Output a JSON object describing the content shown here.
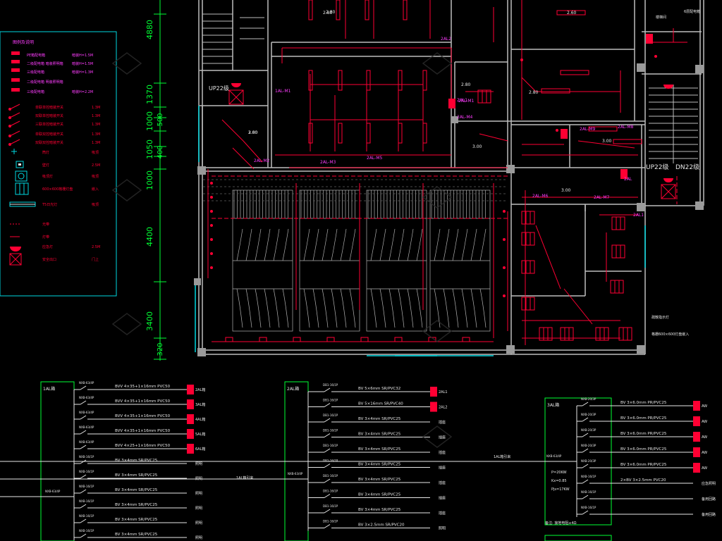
{
  "dimensions": [
    "4880",
    "1370",
    "500",
    "1000",
    "1050",
    "400",
    "1000",
    "4400",
    "3400",
    "320"
  ],
  "legend": {
    "title": "图例及说明",
    "items": [
      {
        "name": "PE箱配电箱",
        "spec": "暗装H=1.5M"
      },
      {
        "name": "二级配电箱 暗装照明箱",
        "spec": "暗装H=1.5M"
      },
      {
        "name": "三级配电箱",
        "spec": "暗装H=1.3M"
      },
      {
        "name": "二级配电箱 明装照明箱",
        "spec": ""
      },
      {
        "name": "三级配电箱",
        "spec": "暗装H=2.2M"
      },
      {
        "name": "单联单控暗装开关",
        "spec": "1.3M"
      },
      {
        "name": "双联单控暗装开关",
        "spec": "1.3M"
      },
      {
        "name": "三联单控暗装开关",
        "spec": "1.3M"
      },
      {
        "name": "单联双控暗装开关",
        "spec": "1.3M"
      },
      {
        "name": "双联双控暗装开关",
        "spec": "1.3M"
      },
      {
        "name": "筒灯",
        "spec": "吸顶"
      },
      {
        "name": "壁灯",
        "spec": "2.5M"
      },
      {
        "name": "吸顶灯",
        "spec": "吸顶"
      },
      {
        "name": "600×600格栅灯盘",
        "spec": "嵌入"
      },
      {
        "name": "T5日光灯",
        "spec": "吸顶"
      },
      {
        "name": "光带",
        "spec": ""
      },
      {
        "name": "灯带",
        "spec": ""
      },
      {
        "name": "应急灯",
        "spec": "2.5M"
      },
      {
        "name": "安全出口",
        "spec": "门上"
      }
    ]
  },
  "plan": {
    "dims": [
      "2.80",
      "2.80",
      "2.80",
      "2.80",
      "3.00",
      "3.00",
      "3.00",
      "2.60",
      "3.00",
      "2.80"
    ],
    "panel_tags": [
      "1AL-M1",
      "2AL-M1",
      "2AL-M4",
      "2AL-M2",
      "2AL-M3",
      "2AL-M5",
      "2AL-M6",
      "2AL-M7",
      "2AL-M8",
      "2AL-M9",
      "2AL1",
      "2AL2",
      "2AL",
      "2AL1"
    ],
    "stairs_up": "UP22级",
    "stairs_up2": "UP22级",
    "stairs_dn": "DN22级",
    "notes": [
      "楼梯间",
      "6层配电箱"
    ],
    "note_right": "格栅600×600灯盘嵌入",
    "note_right2": "疏散指示灯"
  },
  "schematics": [
    {
      "board": "1AL箱",
      "incoming": "NXB-63/4P",
      "breakers": [
        "NXB-63/4P",
        "NXB-63/4P",
        "NXB-63/4P",
        "NXB-63/4P",
        "NXB-63/4P",
        "NXB-16/1P",
        "NXB-16/1P",
        "NXB-16/1P",
        "NXB-16/1P",
        "NXB-16/1P",
        "NXB-16/1P"
      ],
      "cables": [
        "BVV 4×35+1×16mm PVC50",
        "BVV 4×35+1×16mm PVC50",
        "BVV 4×35+1×16mm PVC50",
        "BVV 4×35+1×16mm PVC50",
        "BVV 4×25+1×16mm PVC50",
        "BV 3×4mm SR/PVC25",
        "BV 3×4mm SR/PVC25",
        "BV 3×4mm SR/PVC25",
        "BV 3×4mm SR/PVC25",
        "BV 3×4mm SR/PVC25",
        "BV 3×4mm SR/PVC25"
      ],
      "loads": [
        "2AL箱",
        "3AL箱",
        "4AL箱",
        "5AL箱",
        "6AL箱",
        "照明",
        "照明",
        "照明",
        "照明",
        "照明",
        "照明"
      ]
    },
    {
      "board": "2AL箱",
      "incoming": "NXB-63/4P",
      "feeder": "1AL箱引来",
      "breakers": [
        "DB1-16/1P",
        "DB1-16/1P",
        "DB1-16/1P",
        "DB1-16/1P",
        "DB1-16/1P",
        "DB1-16/1P",
        "DB1-16/1P",
        "DB1-16/1P",
        "DB1-16/1P",
        "DB1-16/1P"
      ],
      "cables": [
        "BV 5×6mm SR/PVC32",
        "BV 5×16mm SR/PVC40",
        "BV 3×4mm SR/PVC25",
        "BV 3×4mm SR/PVC25",
        "BV 3×4mm SR/PVC25",
        "BV 3×4mm SR/PVC25",
        "BV 3×4mm SR/PVC25",
        "BV 3×4mm SR/PVC25",
        "BV 3×4mm SR/PVC25",
        "BV 3×2.5mm SR/PVC20"
      ],
      "loads": [
        "2AL1",
        "2AL2",
        "插座",
        "插座",
        "插座",
        "插座",
        "插座",
        "插座",
        "插座",
        "照明"
      ]
    },
    {
      "board": "3AL箱",
      "incoming": "NXB-63/4P",
      "feeder": "1AL箱引来",
      "side_labels": [
        "P=20KW",
        "Kx=0.85",
        "Pjs=17KW"
      ],
      "breakers": [
        "NXB-20/3P",
        "NXB-20/3P",
        "NXB-20/3P",
        "NXB-20/3P",
        "NXB-20/3P",
        "NXB-16/1P",
        "NXB-16/1P",
        "NXB-16/1P"
      ],
      "cables": [
        "BV 3×6.0mm PR/PVC25",
        "BV 3×6.0mm PR/PVC25",
        "BV 3×6.0mm PR/PVC25",
        "BV 3×6.0mm PR/PVC25",
        "BV 3×6.0mm PR/PVC25",
        "2×BV 3×2.5mm PVC20",
        "",
        ""
      ],
      "loads": [
        "AW",
        "AW",
        "AW",
        "AW",
        "AW",
        "应急照明",
        "备用回路",
        "备用回路"
      ],
      "footer": "备注: 接地电阻≤4Ω"
    }
  ],
  "colors": {
    "red": "#ff0033",
    "white": "#e8e8e8",
    "green": "#00ff33",
    "cyan": "#00d8e0",
    "magenta": "#ff3dff",
    "yellow": "#f0f000"
  }
}
